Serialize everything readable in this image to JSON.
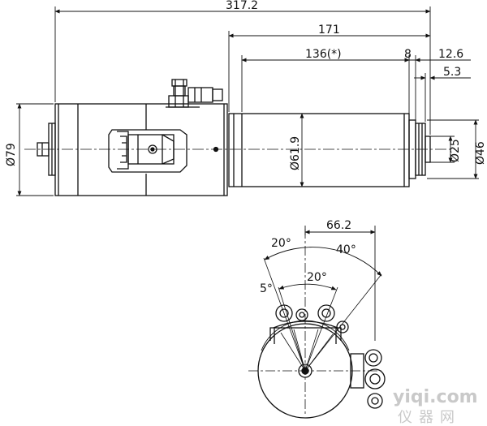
{
  "drawing": {
    "dimensions": {
      "overall_length": "317.2",
      "length_171": "171",
      "length_136": "136(*)",
      "length_8": "8",
      "length_12_6": "12.6",
      "length_5_3": "5.3",
      "dia_79": "Ø79",
      "dia_61_9": "Ø61.9",
      "dia_25": "Ø25",
      "dia_46": "Ø46",
      "offset_66_2": "66.2"
    },
    "angles": {
      "angle_20_left": "20°",
      "angle_40": "40°",
      "angle_5": "5°",
      "angle_20_inner": "20°"
    },
    "watermark": {
      "site": "yiqi.com",
      "brand_cn": "仪器网"
    },
    "colors": {
      "line": "#111111",
      "watermark": "#c9c9c9",
      "background": "#ffffff"
    }
  }
}
